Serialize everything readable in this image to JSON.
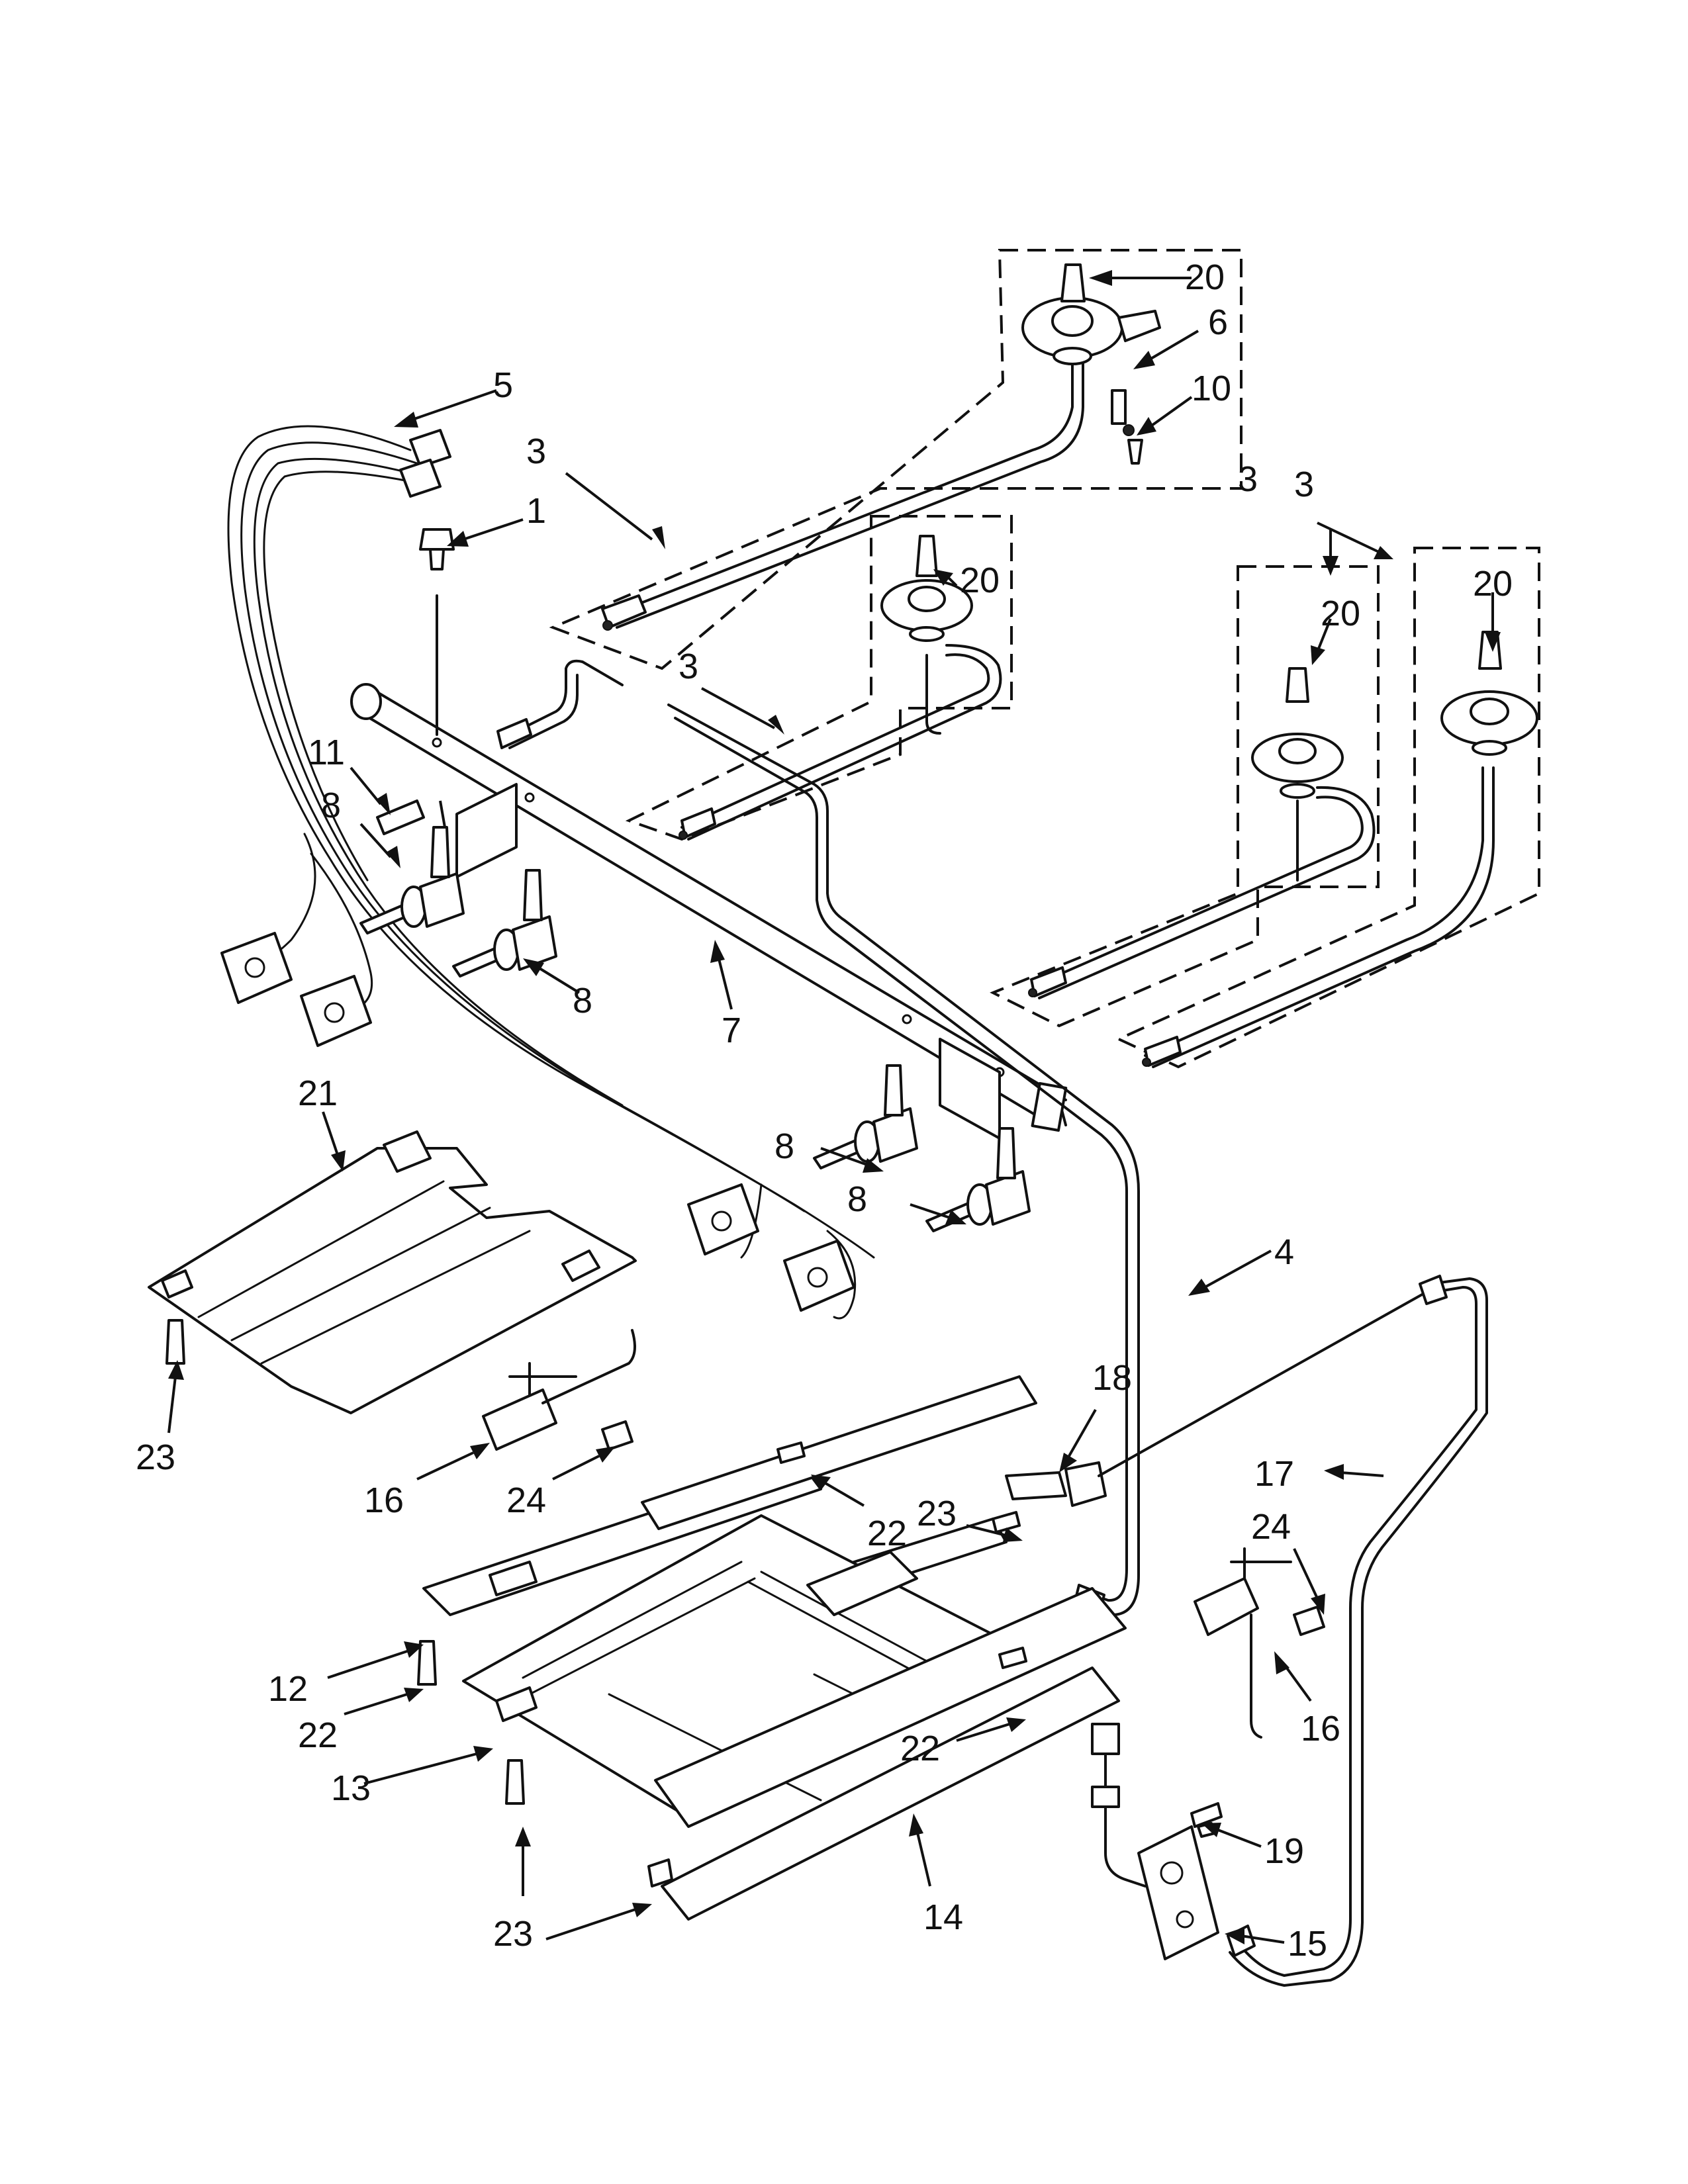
{
  "callouts": [
    {
      "text": "20"
    },
    {
      "text": "6"
    },
    {
      "text": "10"
    },
    {
      "text": "5"
    },
    {
      "text": "3"
    },
    {
      "text": "1"
    },
    {
      "text": "3"
    },
    {
      "text": "20"
    },
    {
      "text": "20"
    },
    {
      "text": "3"
    },
    {
      "text": "20"
    },
    {
      "text": "3"
    },
    {
      "text": "11"
    },
    {
      "text": "8"
    },
    {
      "text": "8"
    },
    {
      "text": "7"
    },
    {
      "text": "21"
    },
    {
      "text": "8"
    },
    {
      "text": "8"
    },
    {
      "text": "4"
    },
    {
      "text": "18"
    },
    {
      "text": "23"
    },
    {
      "text": "16"
    },
    {
      "text": "24"
    },
    {
      "text": "22"
    },
    {
      "text": "23"
    },
    {
      "text": "17"
    },
    {
      "text": "24"
    },
    {
      "text": "12"
    },
    {
      "text": "22"
    },
    {
      "text": "16"
    },
    {
      "text": "13"
    },
    {
      "text": "22"
    },
    {
      "text": "19"
    },
    {
      "text": "23"
    },
    {
      "text": "14"
    },
    {
      "text": "15"
    }
  ]
}
